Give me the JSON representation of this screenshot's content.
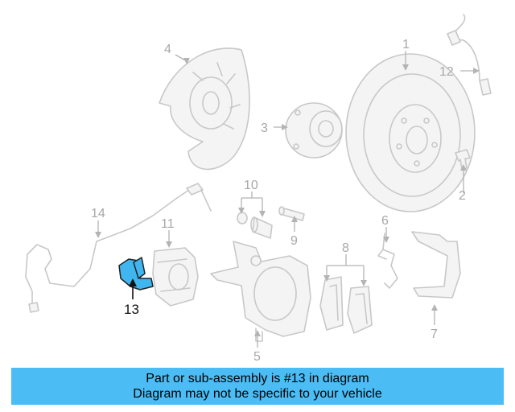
{
  "callouts": {
    "c1": "1",
    "c2": "2",
    "c3": "3",
    "c4": "4",
    "c5": "5",
    "c6": "6",
    "c7": "7",
    "c8": "8",
    "c9": "9",
    "c10": "10",
    "c11": "11",
    "c12": "12",
    "c13": "13",
    "c14": "14"
  },
  "highlight_part": "13",
  "colors": {
    "highlight": "#3fb6f0",
    "banner": "#4bbcf4",
    "outline": "#c8c8c8"
  },
  "banner": {
    "line1": "Part or sub-assembly is #13 in diagram",
    "line2": "Diagram may not be specific to your vehicle"
  }
}
